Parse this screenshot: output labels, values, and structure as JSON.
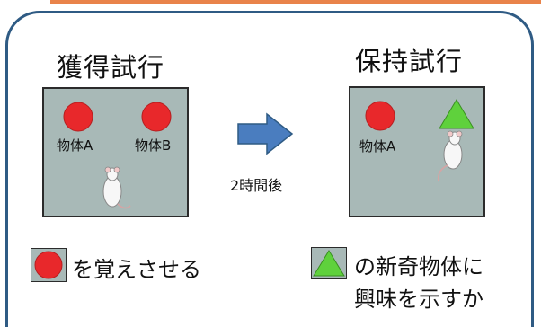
{
  "acquisition": {
    "title": "獲得試行",
    "object_a_label": "物体A",
    "object_b_label": "物体B"
  },
  "delay": {
    "label": "2時間後"
  },
  "retention": {
    "title": "保持試行",
    "object_a_label": "物体A"
  },
  "legend": {
    "circle_text": "を覚えさせる",
    "triangle_line1": "の新奇物体に",
    "triangle_line2": "興味を示すか"
  },
  "colors": {
    "panel_border": "#2f5b84",
    "accent_bar": "#e9834a",
    "arena_fill": "#a8b9b7",
    "circle_fill": "#e8282b",
    "triangle_fill": "#5fd13c",
    "arrow_fill": "#4a7dbf"
  },
  "icons": {
    "circle": "red-circle-icon",
    "triangle": "green-triangle-icon",
    "arrow": "right-arrow-icon",
    "mouse": "mouse-icon"
  }
}
